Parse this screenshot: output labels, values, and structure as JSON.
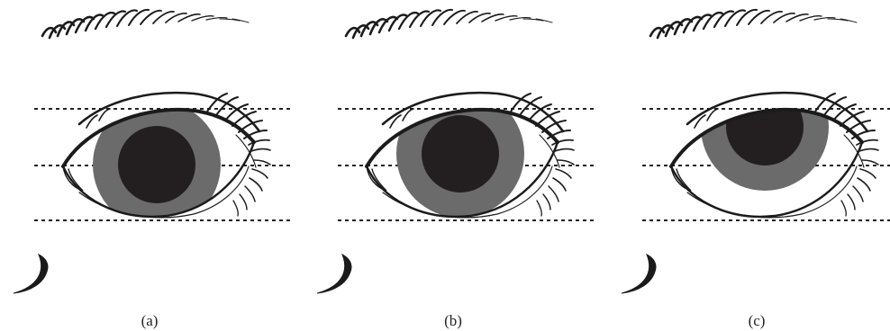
{
  "panels": [
    {
      "caption": "(a)",
      "iris_shift": 0
    },
    {
      "caption": "(b)",
      "iris_shift": -12
    },
    {
      "caption": "(c)",
      "iris_shift": -42
    }
  ],
  "colors": {
    "ink": "#1b1b1b",
    "iris": "#6b6b6b",
    "pupil": "#231f20",
    "guide_line": "#222222"
  },
  "icons": [
    "eyebrow-icon",
    "eye-outline-icon",
    "eyelash-icon",
    "nostril-curve-icon"
  ]
}
